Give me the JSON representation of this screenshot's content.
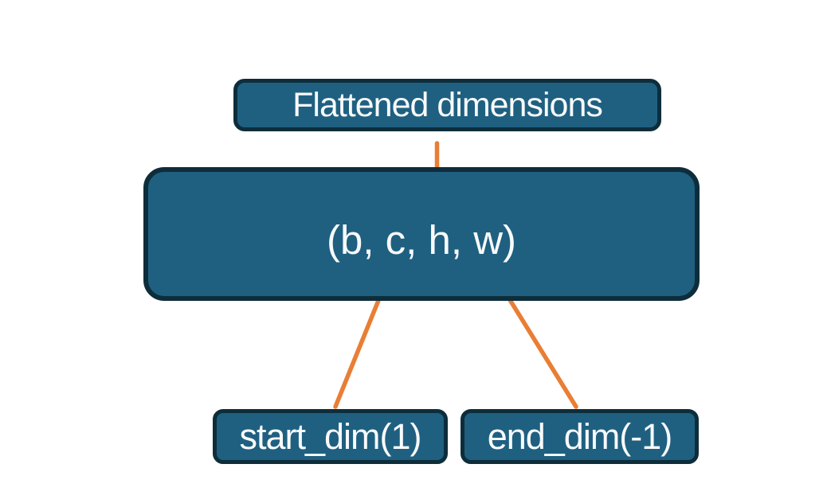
{
  "diagram": {
    "title_context": "Tensor flatten dimensions diagram",
    "colors": {
      "background": "#ffffff",
      "box_fill": "#1f6081",
      "box_border": "#0e2d3b",
      "connector": "#e97e35",
      "text": "#f8fafb"
    },
    "nodes": {
      "flattened_label": "Flattened dimensions",
      "tensor_shape": "(b, c, h, w)",
      "start_dim": "start_dim(1)",
      "end_dim": "end_dim(-1)"
    }
  }
}
